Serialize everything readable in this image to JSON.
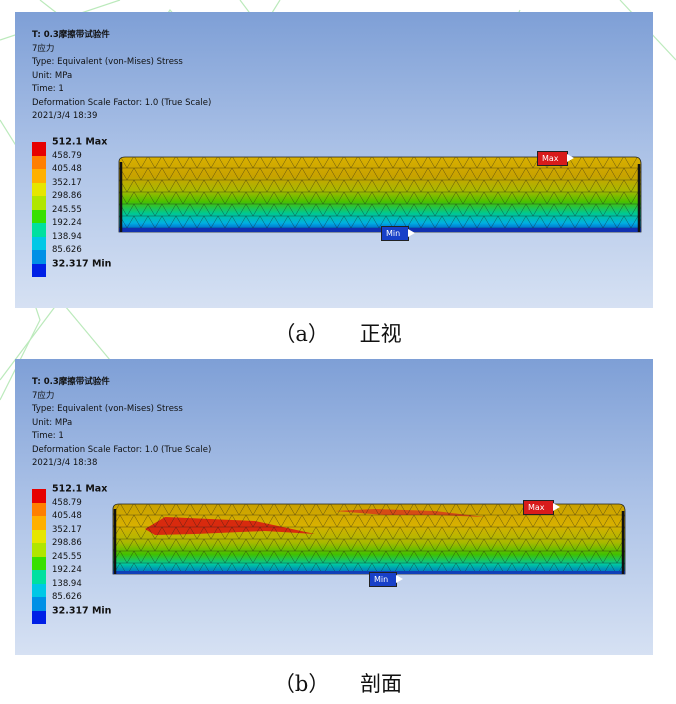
{
  "panels": [
    {
      "title": "T: 0.3摩擦带试验件",
      "subtitle": "7应力",
      "type_line": "Type: Equivalent (von-Mises) Stress",
      "unit_line": "Unit: MPa",
      "time_line": "Time: 1",
      "scale_line": "Deformation Scale Factor: 1.0 (True Scale)",
      "date_line": "2021/3/4 18:39",
      "max_tag": "Max",
      "min_tag": "Min",
      "caption_label": "（a）",
      "caption_text": "正视"
    },
    {
      "title": "T: 0.3摩擦带试验件",
      "subtitle": "7应力",
      "type_line": "Type: Equivalent (von-Mises) Stress",
      "unit_line": "Unit: MPa",
      "time_line": "Time: 1",
      "scale_line": "Deformation Scale Factor: 1.0 (True Scale)",
      "date_line": "2021/3/4 18:38",
      "max_tag": "Max",
      "min_tag": "Min",
      "caption_label": "（b）",
      "caption_text": "剖面"
    }
  ],
  "legend": {
    "labels": [
      "512.1 Max",
      "458.79",
      "405.48",
      "352.17",
      "298.86",
      "245.55",
      "192.24",
      "138.94",
      "85.626",
      "32.317 Min"
    ],
    "colors": [
      "#e60000",
      "#ff7f00",
      "#ffb000",
      "#e6e600",
      "#b0e600",
      "#38e000",
      "#00e0a0",
      "#00c8e6",
      "#0090e6",
      "#0020e6"
    ]
  },
  "colors": {
    "background_top": "#7e9fd6",
    "background_bottom": "#d6e1f3"
  }
}
